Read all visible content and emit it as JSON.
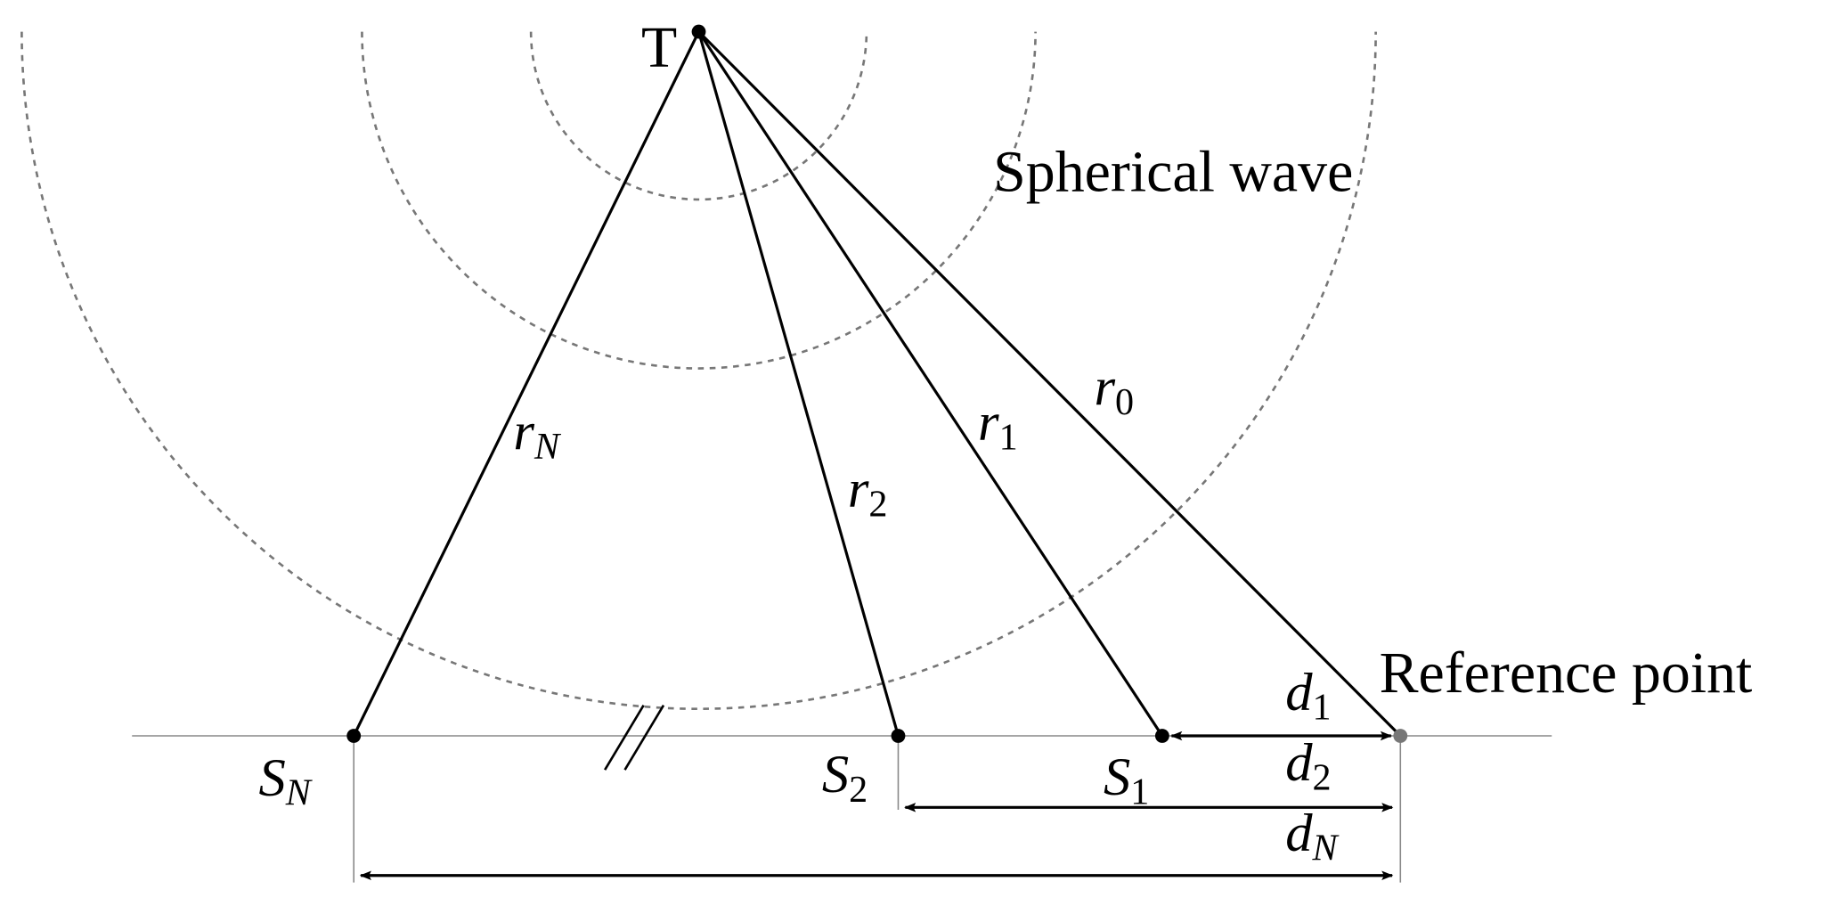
{
  "title_label": "Spherical wave",
  "transmitter_label": "T",
  "reference_label": "Reference point",
  "sensors": [
    {
      "name": "S",
      "sub": "N"
    },
    {
      "name": "S",
      "sub": "2"
    },
    {
      "name": "S",
      "sub": "1"
    }
  ],
  "ranges": [
    {
      "name": "r",
      "sub": "N"
    },
    {
      "name": "r",
      "sub": "2"
    },
    {
      "name": "r",
      "sub": "1"
    },
    {
      "name": "r",
      "sub": "0"
    }
  ],
  "distances": [
    {
      "name": "d",
      "sub": "1"
    },
    {
      "name": "d",
      "sub": "2"
    },
    {
      "name": "d",
      "sub": "N"
    }
  ],
  "colors": {
    "line": "#000000",
    "wave": "#777777",
    "axis": "#888888",
    "reference_dot": "#777777"
  }
}
